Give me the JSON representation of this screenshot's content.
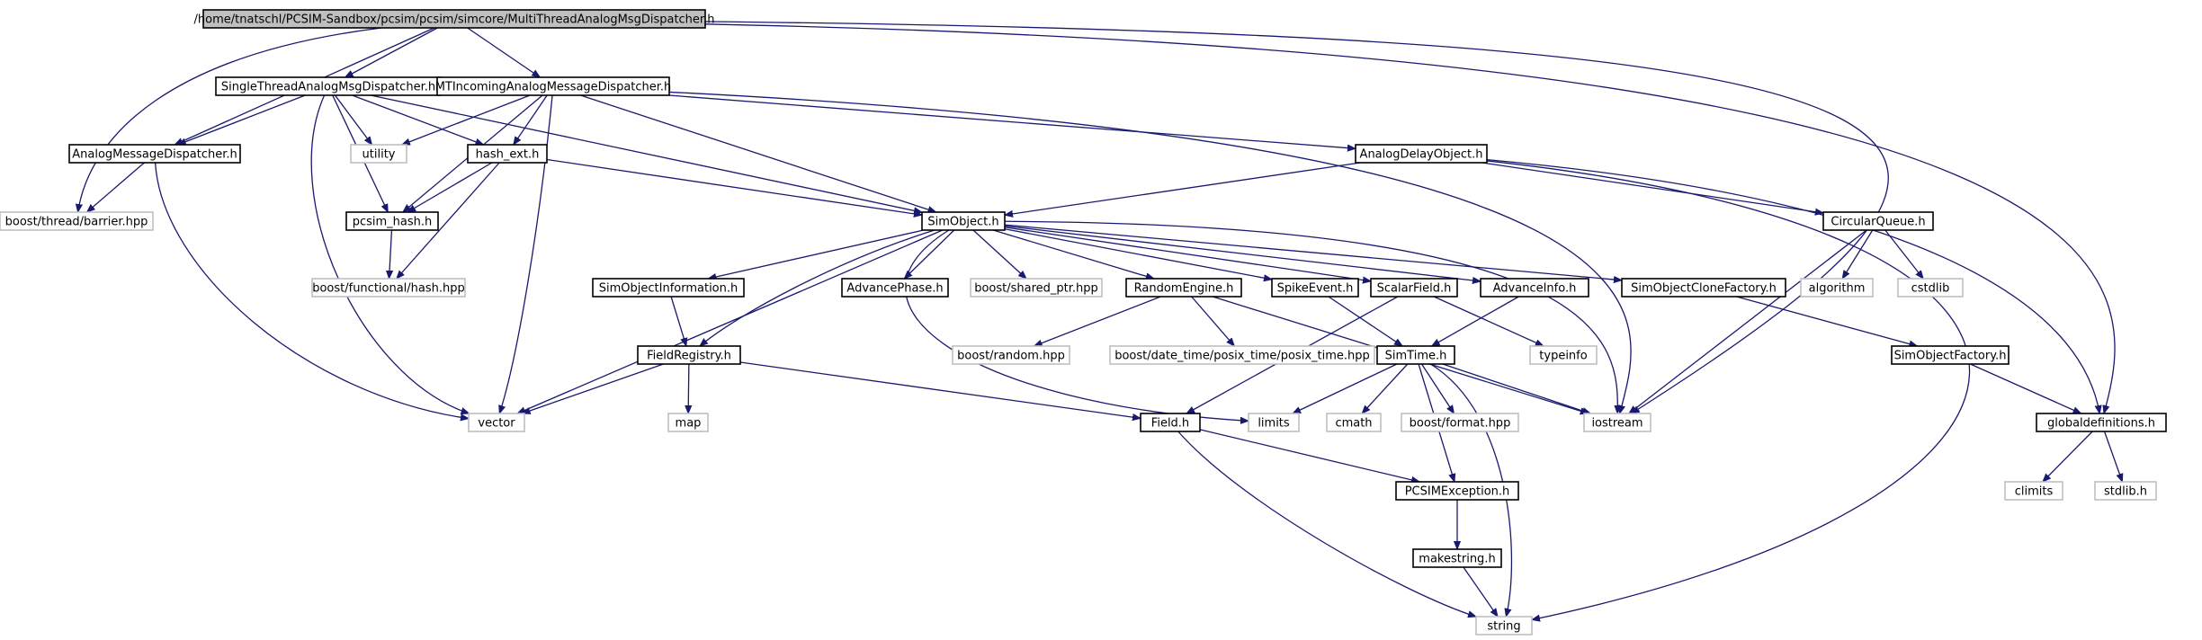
{
  "diagram": {
    "colors": {
      "edge": "#191970",
      "root_fill": "#bfbfbf",
      "local_border": "#000000",
      "system_border": "#bfbfbf",
      "label": "#000000"
    },
    "nodes": [
      {
        "id": "root",
        "label": "/home/tnatschl/PCSIM-Sandbox/pcsim/pcsim/simcore/MultiThreadAnalogMsgDispatcher.h",
        "kind": "root"
      },
      {
        "id": "stamd",
        "label": "SingleThreadAnalogMsgDispatcher.h",
        "kind": "local"
      },
      {
        "id": "mtiamd",
        "label": "MTIncomingAnalogMessageDispatcher.h",
        "kind": "local"
      },
      {
        "id": "amd",
        "label": "AnalogMessageDispatcher.h",
        "kind": "local"
      },
      {
        "id": "barrier",
        "label": "boost/thread/barrier.hpp",
        "kind": "system"
      },
      {
        "id": "utility",
        "label": "utility",
        "kind": "system"
      },
      {
        "id": "hashext",
        "label": "hash_ext.h",
        "kind": "local"
      },
      {
        "id": "pcsimhash",
        "label": "pcsim_hash.h",
        "kind": "local"
      },
      {
        "id": "fhash",
        "label": "boost/functional/hash.hpp",
        "kind": "system"
      },
      {
        "id": "ado",
        "label": "AnalogDelayObject.h",
        "kind": "local"
      },
      {
        "id": "simobject",
        "label": "SimObject.h",
        "kind": "local"
      },
      {
        "id": "cqueue",
        "label": "CircularQueue.h",
        "kind": "local"
      },
      {
        "id": "soinfo",
        "label": "SimObjectInformation.h",
        "kind": "local"
      },
      {
        "id": "advphase",
        "label": "AdvancePhase.h",
        "kind": "local"
      },
      {
        "id": "sharedptr",
        "label": "boost/shared_ptr.hpp",
        "kind": "system"
      },
      {
        "id": "rengine",
        "label": "RandomEngine.h",
        "kind": "local"
      },
      {
        "id": "spike",
        "label": "SpikeEvent.h",
        "kind": "local"
      },
      {
        "id": "sfield",
        "label": "ScalarField.h",
        "kind": "local"
      },
      {
        "id": "advinfo",
        "label": "AdvanceInfo.h",
        "kind": "local"
      },
      {
        "id": "socf",
        "label": "SimObjectCloneFactory.h",
        "kind": "local"
      },
      {
        "id": "algorithm",
        "label": "algorithm",
        "kind": "system"
      },
      {
        "id": "cstdlib",
        "label": "cstdlib",
        "kind": "system"
      },
      {
        "id": "fregistry",
        "label": "FieldRegistry.h",
        "kind": "local"
      },
      {
        "id": "brandom",
        "label": "boost/random.hpp",
        "kind": "system"
      },
      {
        "id": "posixtime",
        "label": "boost/date_time/posix_time/posix_time.hpp",
        "kind": "system"
      },
      {
        "id": "simtime",
        "label": "SimTime.h",
        "kind": "local"
      },
      {
        "id": "typeinfo",
        "label": "typeinfo",
        "kind": "system"
      },
      {
        "id": "sofactory",
        "label": "SimObjectFactory.h",
        "kind": "local"
      },
      {
        "id": "vector",
        "label": "vector",
        "kind": "system"
      },
      {
        "id": "map",
        "label": "map",
        "kind": "system"
      },
      {
        "id": "field",
        "label": "Field.h",
        "kind": "local"
      },
      {
        "id": "limits",
        "label": "limits",
        "kind": "system"
      },
      {
        "id": "cmath",
        "label": "cmath",
        "kind": "system"
      },
      {
        "id": "bformat",
        "label": "boost/format.hpp",
        "kind": "system"
      },
      {
        "id": "iostream",
        "label": "iostream",
        "kind": "system"
      },
      {
        "id": "globaldef",
        "label": "globaldefinitions.h",
        "kind": "local"
      },
      {
        "id": "climits",
        "label": "climits",
        "kind": "system"
      },
      {
        "id": "stdlib",
        "label": "stdlib.h",
        "kind": "system"
      },
      {
        "id": "pcsimexc",
        "label": "PCSIMException.h",
        "kind": "local"
      },
      {
        "id": "makestring",
        "label": "makestring.h",
        "kind": "local"
      },
      {
        "id": "string",
        "label": "string",
        "kind": "system"
      }
    ],
    "edges": [
      [
        "root",
        "stamd"
      ],
      [
        "root",
        "mtiamd"
      ],
      [
        "root",
        "amd"
      ],
      [
        "root",
        "barrier"
      ],
      [
        "root",
        "iostream"
      ],
      [
        "root",
        "globaldef"
      ],
      [
        "stamd",
        "amd"
      ],
      [
        "stamd",
        "utility"
      ],
      [
        "stamd",
        "hashext"
      ],
      [
        "stamd",
        "pcsimhash"
      ],
      [
        "stamd",
        "simobject"
      ],
      [
        "stamd",
        "vector"
      ],
      [
        "mtiamd",
        "utility"
      ],
      [
        "mtiamd",
        "hashext"
      ],
      [
        "mtiamd",
        "pcsimhash"
      ],
      [
        "mtiamd",
        "simobject"
      ],
      [
        "mtiamd",
        "vector"
      ],
      [
        "mtiamd",
        "ado"
      ],
      [
        "mtiamd",
        "iostream"
      ],
      [
        "amd",
        "barrier"
      ],
      [
        "amd",
        "vector"
      ],
      [
        "hashext",
        "pcsimhash"
      ],
      [
        "hashext",
        "fhash"
      ],
      [
        "hashext",
        "simobject"
      ],
      [
        "pcsimhash",
        "fhash"
      ],
      [
        "ado",
        "simobject"
      ],
      [
        "ado",
        "cqueue"
      ],
      [
        "ado",
        "globaldef"
      ],
      [
        "ado",
        "string"
      ],
      [
        "cqueue",
        "algorithm"
      ],
      [
        "cqueue",
        "cstdlib"
      ],
      [
        "cqueue",
        "iostream"
      ],
      [
        "simobject",
        "soinfo"
      ],
      [
        "simobject",
        "advphase"
      ],
      [
        "simobject",
        "sharedptr"
      ],
      [
        "simobject",
        "rengine"
      ],
      [
        "simobject",
        "spike"
      ],
      [
        "simobject",
        "sfield"
      ],
      [
        "simobject",
        "advinfo"
      ],
      [
        "simobject",
        "socf"
      ],
      [
        "simobject",
        "fregistry"
      ],
      [
        "simobject",
        "vector"
      ],
      [
        "simobject",
        "limits"
      ],
      [
        "simobject",
        "iostream"
      ],
      [
        "soinfo",
        "fregistry"
      ],
      [
        "fregistry",
        "vector"
      ],
      [
        "fregistry",
        "map"
      ],
      [
        "fregistry",
        "field"
      ],
      [
        "rengine",
        "brandom"
      ],
      [
        "rengine",
        "posixtime"
      ],
      [
        "rengine",
        "iostream"
      ],
      [
        "spike",
        "simtime"
      ],
      [
        "sfield",
        "field"
      ],
      [
        "sfield",
        "typeinfo"
      ],
      [
        "advinfo",
        "simtime"
      ],
      [
        "socf",
        "sofactory"
      ],
      [
        "sofactory",
        "globaldef"
      ],
      [
        "simtime",
        "limits"
      ],
      [
        "simtime",
        "cmath"
      ],
      [
        "simtime",
        "bformat"
      ],
      [
        "simtime",
        "iostream"
      ],
      [
        "simtime",
        "pcsimexc"
      ],
      [
        "simtime",
        "string"
      ],
      [
        "field",
        "pcsimexc"
      ],
      [
        "field",
        "string"
      ],
      [
        "pcsimexc",
        "makestring"
      ],
      [
        "makestring",
        "string"
      ],
      [
        "globaldef",
        "climits"
      ],
      [
        "globaldef",
        "stdlib"
      ]
    ]
  }
}
